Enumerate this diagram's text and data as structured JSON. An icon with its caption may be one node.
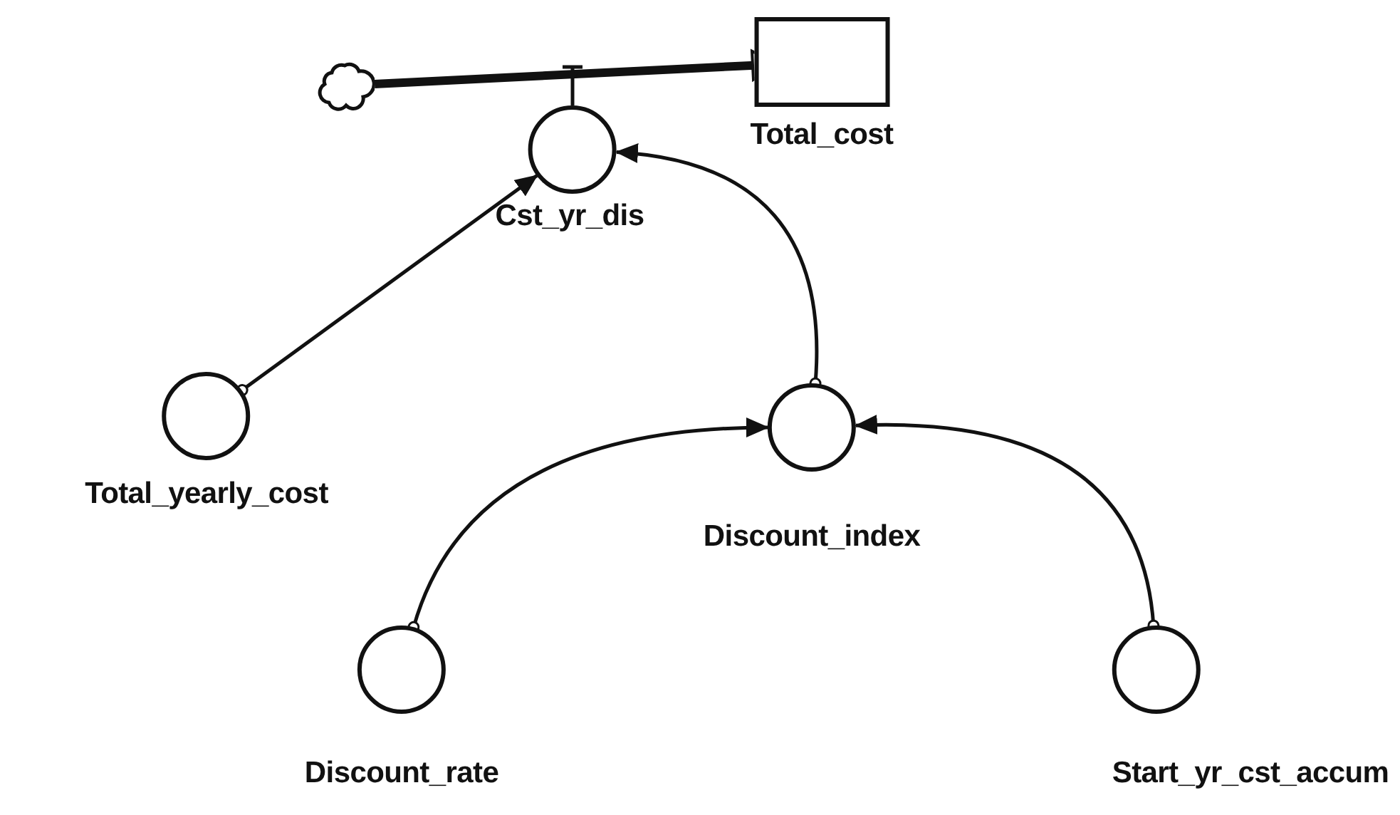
{
  "diagram": {
    "nodes": [
      {
        "text": [],
        "shape": "cloud"
      },
      {
        "text": [
          "Total_cost"
        ]
      },
      {
        "text": [
          "Cst_yr_dis"
        ]
      },
      {
        "text": [
          "Total_yearly_cost"
        ]
      },
      {
        "text": [
          "Discount_index"
        ]
      },
      {
        "text": [
          "Discount_rate"
        ]
      },
      {
        "text": [
          "Start_yr_cst_accum"
        ]
      }
    ],
    "edges": [
      {
        "from": 0,
        "to": 1,
        "arrow": "to",
        "style": "thick"
      },
      {
        "from": 3,
        "to": 2,
        "arrow": "to"
      },
      {
        "from": 4,
        "to": 2,
        "arrow": "to"
      },
      {
        "from": 5,
        "to": 4,
        "arrow": "to"
      },
      {
        "from": 6,
        "to": 4,
        "arrow": "to"
      }
    ]
  }
}
